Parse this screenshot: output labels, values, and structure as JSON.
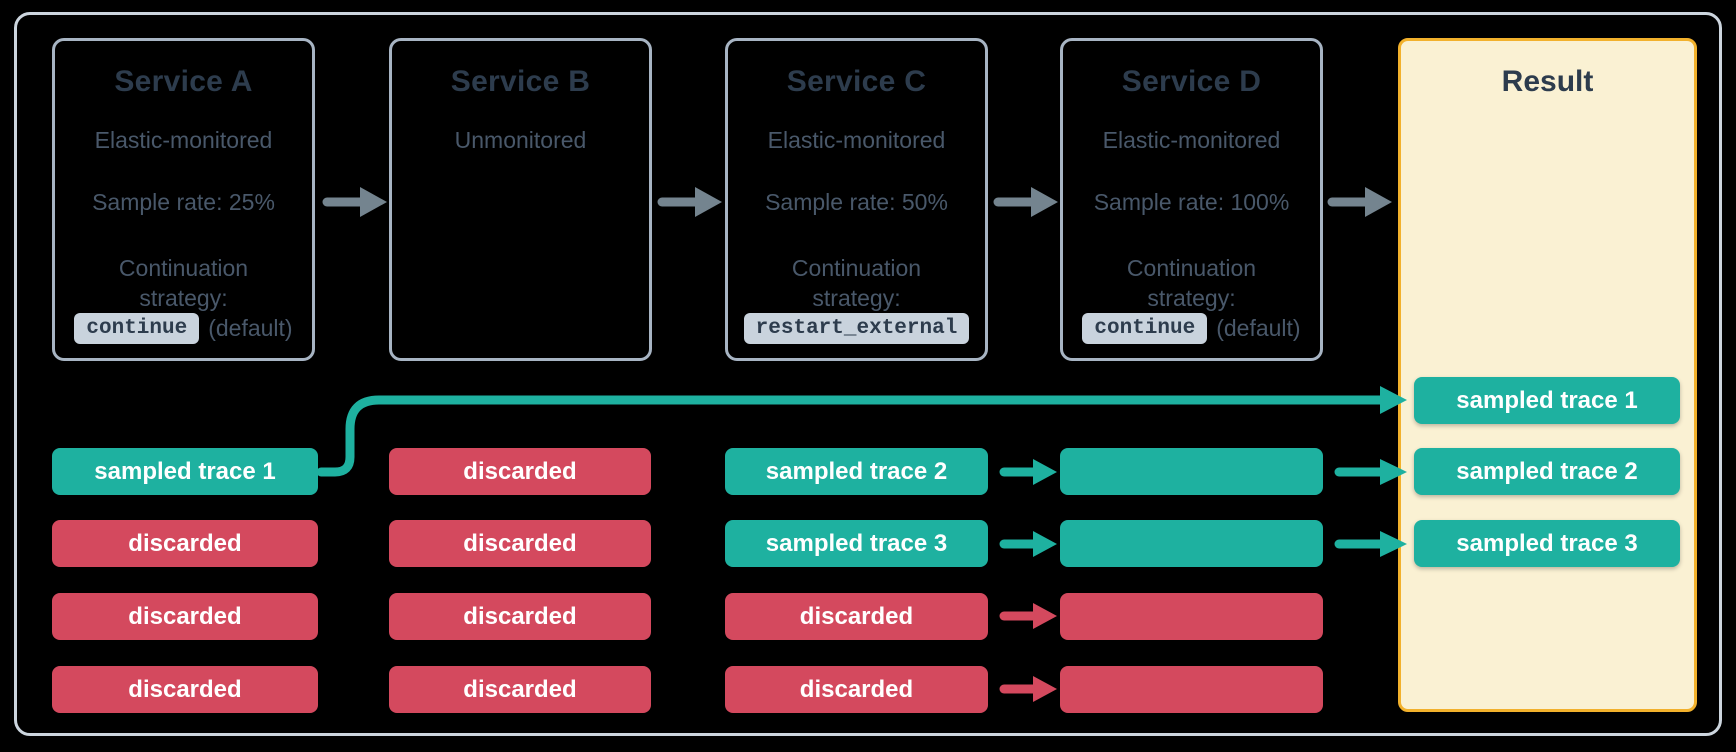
{
  "colors": {
    "sampled": "#1eb1a0",
    "discarded": "#d4495e",
    "box_border": "#a7b4c3",
    "frame_border": "#ccd5de",
    "arrow": "#74848f",
    "result_bg": "#faf1d3",
    "result_border": "#f2b12c",
    "code_bg": "#c9d3dd",
    "title_text": "#2d3c4d",
    "body_text": "#49586a",
    "chip_text": "#ffffff"
  },
  "services": [
    {
      "title": "Service A",
      "monitoring": "Elastic-monitored",
      "sample_rate": "Sample rate: 25%",
      "continuation_line1": "Continuation",
      "continuation_line2": "strategy:",
      "strategy_code": "continue",
      "strategy_suffix": "(default)"
    },
    {
      "title": "Service B",
      "monitoring": "Unmonitored"
    },
    {
      "title": "Service C",
      "monitoring": "Elastic-monitored",
      "sample_rate": "Sample rate: 50%",
      "continuation_line1": "Continuation",
      "continuation_line2": "strategy:",
      "strategy_code": "restart_external"
    },
    {
      "title": "Service D",
      "monitoring": "Elastic-monitored",
      "sample_rate": "Sample rate: 100%",
      "continuation_line1": "Continuation",
      "continuation_line2": "strategy:",
      "strategy_code": "continue",
      "strategy_suffix": "(default)"
    }
  ],
  "trace_columns": [
    {
      "service": "Service A",
      "chips": [
        {
          "label": "sampled trace 1",
          "kind": "sampled"
        },
        {
          "label": "discarded",
          "kind": "discarded"
        },
        {
          "label": "discarded",
          "kind": "discarded"
        },
        {
          "label": "discarded",
          "kind": "discarded"
        }
      ]
    },
    {
      "service": "Service B",
      "chips": [
        {
          "label": "discarded",
          "kind": "discarded"
        },
        {
          "label": "discarded",
          "kind": "discarded"
        },
        {
          "label": "discarded",
          "kind": "discarded"
        },
        {
          "label": "discarded",
          "kind": "discarded"
        }
      ]
    },
    {
      "service": "Service C",
      "chips": [
        {
          "label": "sampled trace 2",
          "kind": "sampled"
        },
        {
          "label": "sampled trace 3",
          "kind": "sampled"
        },
        {
          "label": "discarded",
          "kind": "discarded"
        },
        {
          "label": "discarded",
          "kind": "discarded"
        }
      ]
    },
    {
      "service": "Service D",
      "chips": [
        {
          "label": "",
          "kind": "sampled"
        },
        {
          "label": "",
          "kind": "sampled"
        },
        {
          "label": "",
          "kind": "discarded"
        },
        {
          "label": "",
          "kind": "discarded"
        }
      ]
    }
  ],
  "result": {
    "title": "Result",
    "chips": [
      {
        "label": "sampled trace 1",
        "kind": "sampled"
      },
      {
        "label": "sampled trace 2",
        "kind": "sampled"
      },
      {
        "label": "sampled trace 3",
        "kind": "sampled"
      }
    ]
  }
}
